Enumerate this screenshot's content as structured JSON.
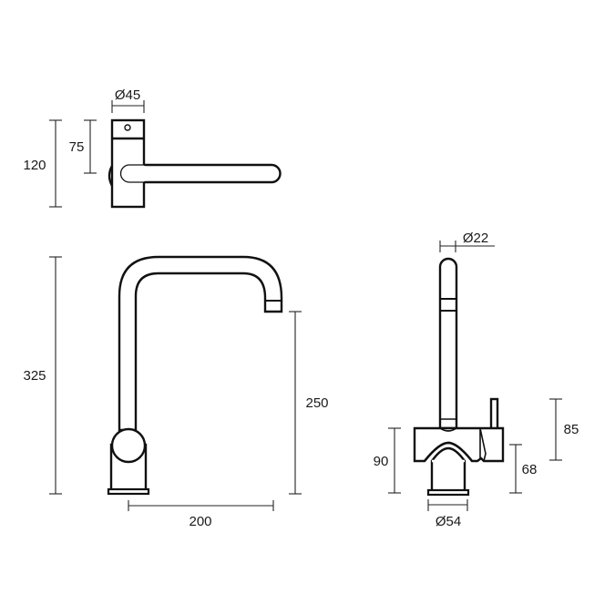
{
  "diagram": {
    "subject": "Kitchen mixer tap technical drawing",
    "views": {
      "top_view": {
        "dimensions": {
          "handle_diameter": "Ø45",
          "total_height": "120",
          "lever_height": "75"
        }
      },
      "front_view": {
        "dimensions": {
          "total_height": "325",
          "spout_height": "250",
          "spout_reach": "200"
        }
      },
      "side_view": {
        "dimensions": {
          "spout_diameter": "Ø22",
          "body_height": "90",
          "lever_top_height": "85",
          "lever_pivot_height": "68",
          "base_diameter": "Ø54"
        }
      }
    },
    "colors": {
      "line": "#111111",
      "background": "#ffffff"
    }
  }
}
